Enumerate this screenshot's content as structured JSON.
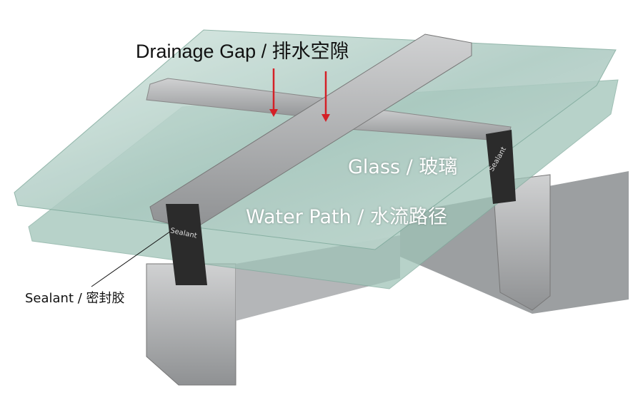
{
  "labels": {
    "drainage_gap": "Drainage Gap / 排水空隙",
    "glass": "Glass / 玻璃",
    "water_path": "Water Path / 水流路径",
    "sealant": "Sealant / 密封胶",
    "sealant_tag": "Sealant"
  },
  "colors": {
    "arrow": "#d42027",
    "glass": "#b9d6cc",
    "aluminum": "#a9abac",
    "sealant": "#2b2b2b"
  }
}
